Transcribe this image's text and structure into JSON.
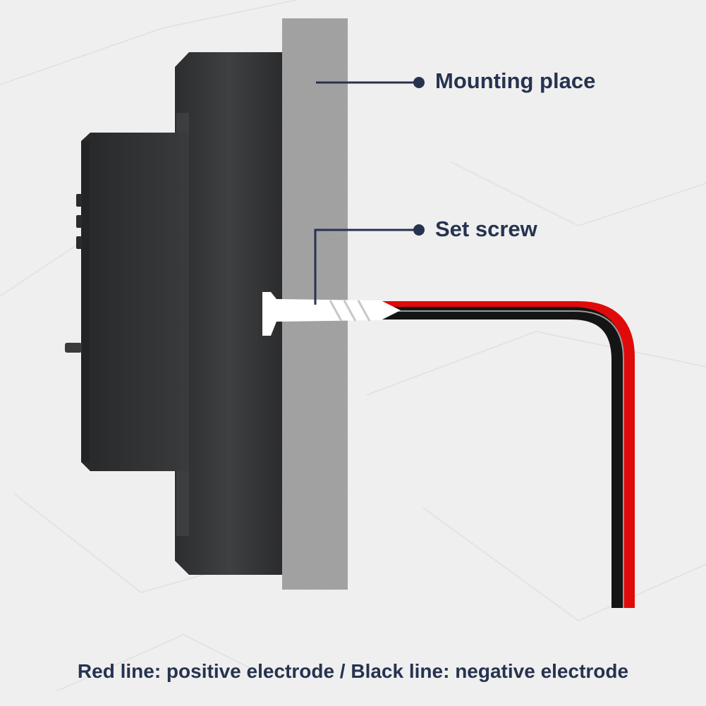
{
  "labels": {
    "mounting_place": "Mounting place",
    "set_screw": "Set screw"
  },
  "caption": "Red line: positive electrode / Black line: negative electrode",
  "colors": {
    "background": "#efefef",
    "wall": "#a8a8a8",
    "device_body": "#3a3b3d",
    "device_face": "#2f3032",
    "screw": "#ffffff",
    "positive_wire": "#e10a0a",
    "negative_wire": "#141414",
    "leader_line": "#263350",
    "label_text": "#263350"
  }
}
